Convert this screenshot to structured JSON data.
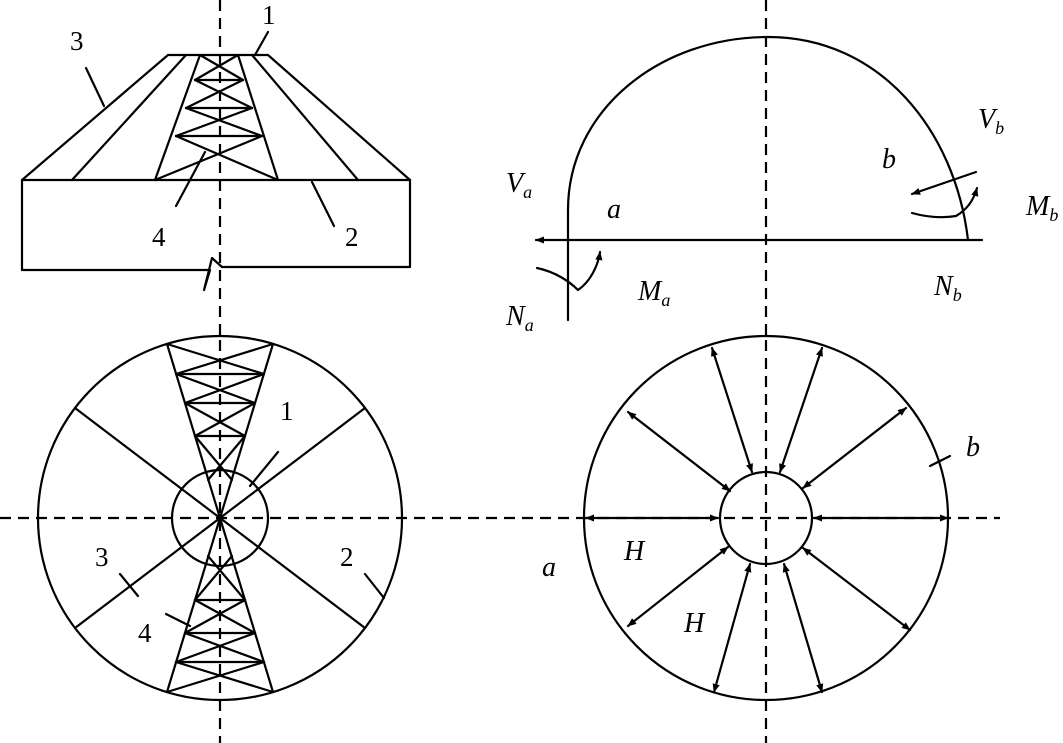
{
  "labels": {
    "one": "1",
    "two": "2",
    "three": "3",
    "four": "4",
    "a": "a",
    "b": "b",
    "H": "H",
    "V": "V",
    "M": "M",
    "N": "N",
    "sub_a": "a",
    "sub_b": "b"
  },
  "colors": {
    "stroke": "#000000",
    "background": "#ffffff"
  }
}
